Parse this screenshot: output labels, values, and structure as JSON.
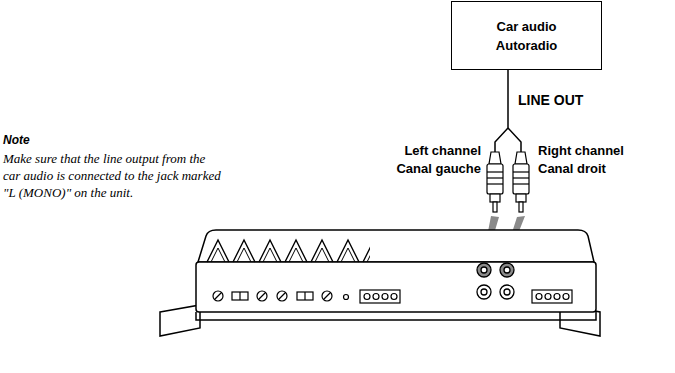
{
  "diagram": {
    "nodes": [
      {
        "text": [
          "Car audio Autoradio"
        ]
      }
    ],
    "edges": [],
    "labels": [
      "LINE OUT",
      "Note",
      "Make sure that the line output from the car audio is connected to the jack marked \"L (MONO)\" on the unit.",
      "Left channel",
      "Canal gauche",
      "Right channel",
      "Canal droit"
    ]
  }
}
